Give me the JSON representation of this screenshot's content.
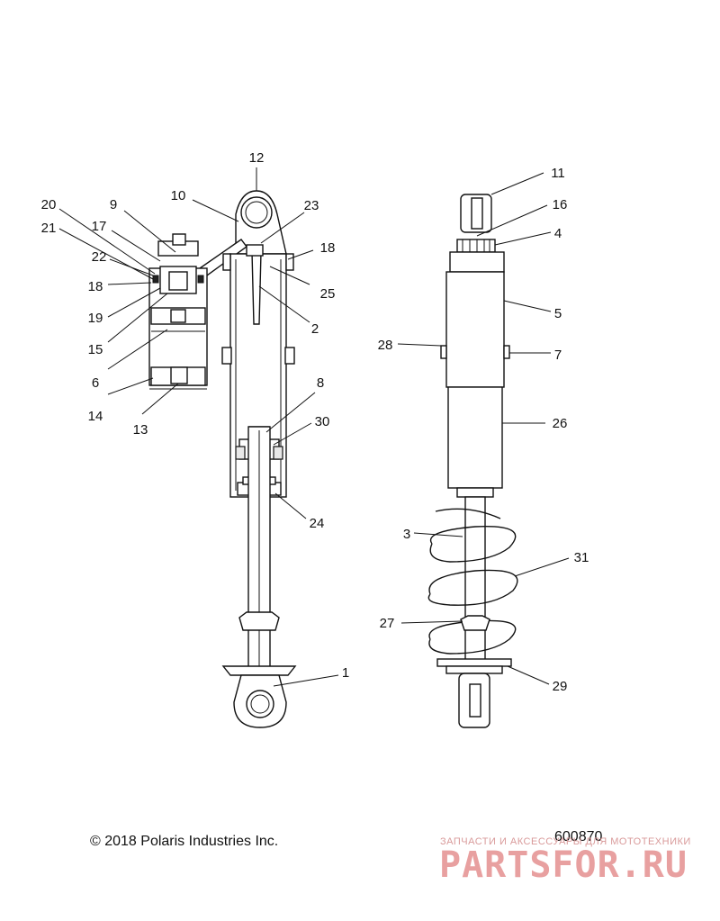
{
  "callouts": {
    "c1": "1",
    "c2": "2",
    "c3": "3",
    "c4": "4",
    "c5": "5",
    "c6": "6",
    "c7": "7",
    "c8": "8",
    "c9": "9",
    "c10": "10",
    "c11": "11",
    "c12": "12",
    "c13": "13",
    "c14": "14",
    "c15": "15",
    "c16": "16",
    "c17": "17",
    "c18a": "18",
    "c18b": "18",
    "c19": "19",
    "c20": "20",
    "c21": "21",
    "c22": "22",
    "c23": "23",
    "c24": "24",
    "c25": "25",
    "c26": "26",
    "c27": "27",
    "c28": "28",
    "c29": "29",
    "c30": "30",
    "c31": "31"
  },
  "footer": {
    "copyright": "© 2018 Polaris Industries Inc.",
    "diagram_number": "600870"
  },
  "watermark": {
    "tagline": "ЗАПЧАСТИ И АКСЕССУАРЫ ДЛЯ МОТОТЕХНИКИ",
    "brand": "PARTSFOR.RU",
    "color": "#e8a0a0"
  }
}
